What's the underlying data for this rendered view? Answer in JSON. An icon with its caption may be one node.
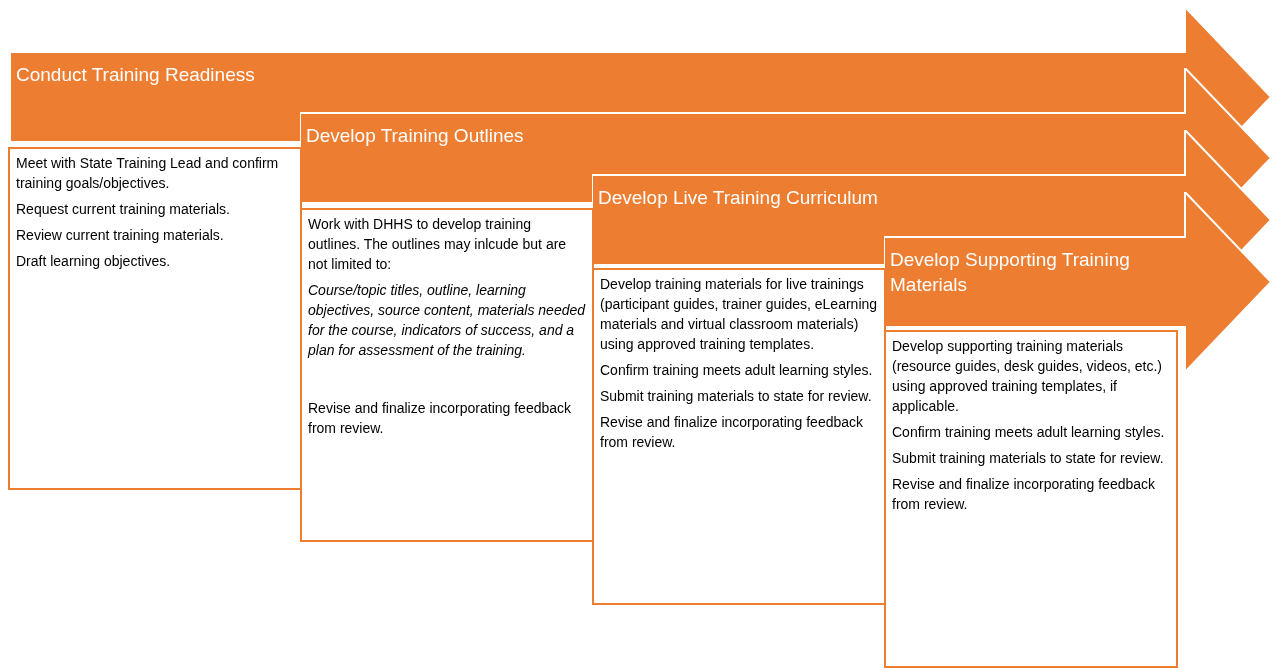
{
  "diagram": {
    "nodes": [
      {
        "text": [
          "Conduct Training Readiness"
        ]
      },
      {
        "text": [
          "Meet with State Training Lead and confirm training goals/objectives.",
          "Request current training materials.",
          "Review current training materials.",
          "Draft learning objectives."
        ]
      },
      {
        "text": [
          "Develop Training Outlines"
        ]
      },
      {
        "text": [
          "Work with DHHS to develop training outlines. The outlines may inlcude but are not limited to:",
          "Course/topic titles, outline, learning objectives, source content, materials needed for the course, indicators of success, and a plan for assessment of the training.",
          "Revise and finalize incorporating feedback from review."
        ]
      },
      {
        "text": [
          "Develop Live Training Curriculum"
        ]
      },
      {
        "text": [
          "Develop training materials for live trainings (participant guides, trainer guides, eLearning materials and virtual classroom materials) using approved training templates.",
          "Confirm training meets adult learning styles.",
          "Submit training materials to state for review.",
          "Revise and finalize incorporating feedback from review."
        ]
      },
      {
        "text": [
          "Develop Supporting Training Materials"
        ]
      },
      {
        "text": [
          "Develop supporting training materials (resource guides, desk guides, videos, etc.) using approved training templates, if applicable.",
          "Confirm training meets adult learning styles.",
          "Submit training materials to state for review.",
          "Revise and finalize incorporating feedback from review."
        ]
      }
    ]
  }
}
